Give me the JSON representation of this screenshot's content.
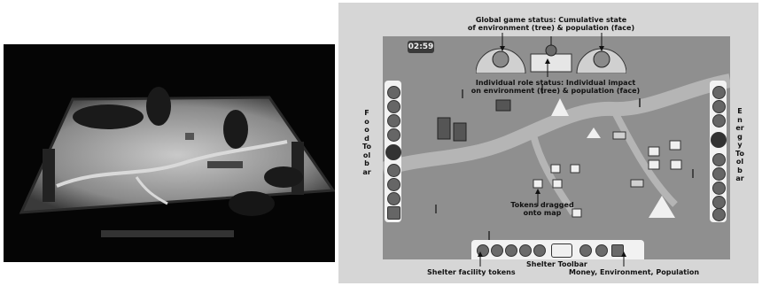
{
  "annotations": {
    "global_status_line1": "Global game status: Cumulative state",
    "global_status_line2": "of environment (tree) & population (face)",
    "individual_status_line1": "Individual role status: Individual impact",
    "individual_status_line2": "on environment (tree) & population (face)",
    "food_toolbar": "Food Toolbar",
    "energy_toolbar": "Energy Toolbar",
    "tokens_line1": "Tokens dragged",
    "tokens_line2": "onto map",
    "shelter_toolbar": "Shelter Toolbar",
    "shelter_tokens": "Shelter facility tokens",
    "money_env_pop": "Money, Environment, Population"
  },
  "game": {
    "timer": "02:59"
  },
  "colors": {
    "photo_background": "#050505",
    "diagram_background": "#d6d6d6",
    "map_background": "#8f8f8f",
    "river": "#b5b5b5",
    "toolbar": "#f2f2f2"
  },
  "icons": [
    "tree-icon",
    "face-icon",
    "fork-knife-icon",
    "lightning-icon",
    "house-icon",
    "cooling-tower-icon",
    "mountain-icon"
  ]
}
